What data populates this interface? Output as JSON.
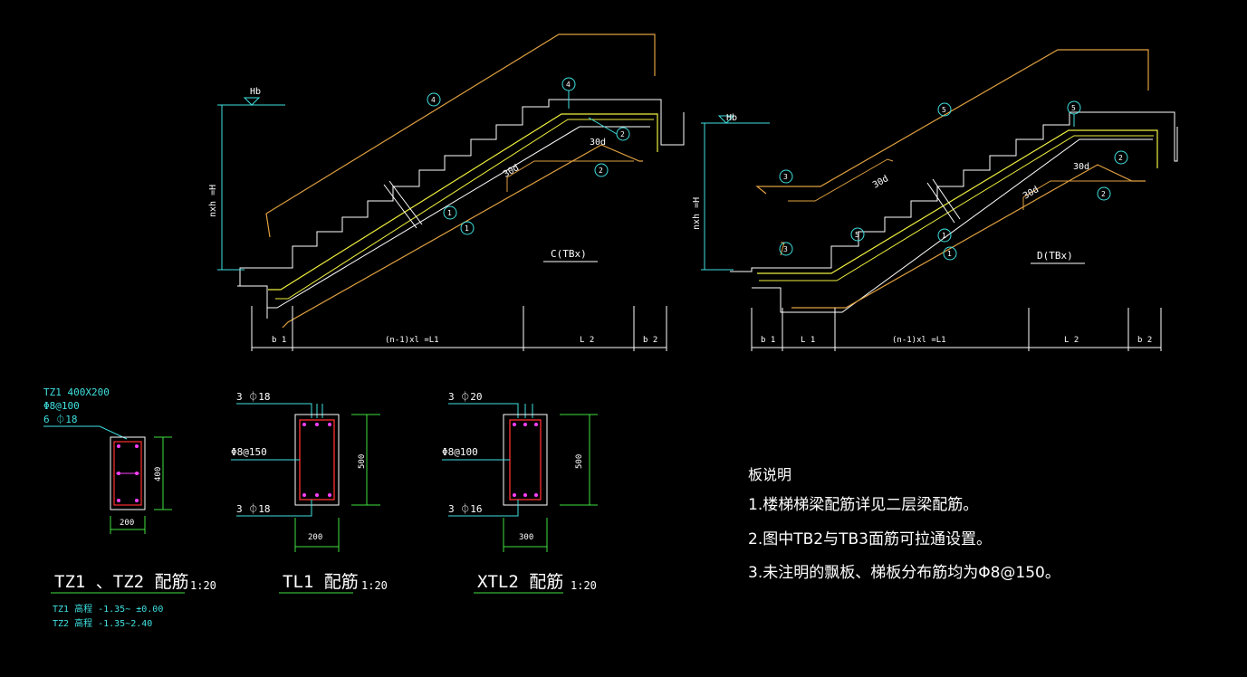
{
  "colors": {
    "background": "#000000",
    "stair_outline": "#ffffff",
    "rebar_orange": "#e0a040",
    "rebar_yellow": "#f0f040",
    "dimension_cyan": "#40e0e0",
    "dimension_green": "#40e040",
    "stirrup_red": "#ff3030",
    "dot_magenta": "#ff40ff"
  },
  "stair_c": {
    "label": "C(TBx)",
    "elev_mark": "Hb",
    "height_label": "nxh =H",
    "len_30d_a": "30d",
    "len_30d_b": "30d",
    "bubbles": [
      "4",
      "2",
      "2",
      "1",
      "1",
      "4"
    ],
    "dims": [
      "b 1",
      "(n-1)xl =L1",
      "L 2",
      "b 2"
    ]
  },
  "stair_d": {
    "label": "D(TBx)",
    "elev_mark": "Hb",
    "height_label": "nxh =H",
    "len_30d_a": "30d",
    "len_30d_b": "30d",
    "bubbles": [
      "5",
      "2",
      "2",
      "1",
      "1",
      "3",
      "3",
      "5",
      "5"
    ],
    "dims": [
      "b 1",
      "L 1",
      "(n-1)xl =L1",
      "L 2",
      "b 2"
    ]
  },
  "tz": {
    "header_line1": "TZ1  400X200",
    "header_line2": "Φ8@100",
    "header_line3": "6 ⏀18",
    "dim_h": "400",
    "dim_w": "200",
    "title": "TZ1 、TZ2 配筋",
    "scale": "1:20",
    "note1": "TZ1 高程   -1.35~ ±0.00",
    "note2": "TZ2 高程   -1.35~2.40"
  },
  "tl1": {
    "top_bar": "3 ⏀18",
    "stirrup": "Φ8@150",
    "bottom_bar": "3 ⏀18",
    "dim_h": "500",
    "dim_w": "200",
    "title": "TL1 配筋",
    "scale": "1:20"
  },
  "xtl2": {
    "top_bar": "3 ⏀20",
    "stirrup": "Φ8@100",
    "bottom_bar": "3 ⏀16",
    "dim_h": "500",
    "dim_w": "300",
    "title": "XTL2 配筋",
    "scale": "1:20"
  },
  "notes": {
    "heading": "板说明",
    "line1": "1.楼梯梯梁配筋详见二层梁配筋。",
    "line2": "2.图中TB2与TB3面筋可拉通设置。",
    "line3": "3.未注明的飘板、梯板分布筋均为Φ8@150。"
  }
}
